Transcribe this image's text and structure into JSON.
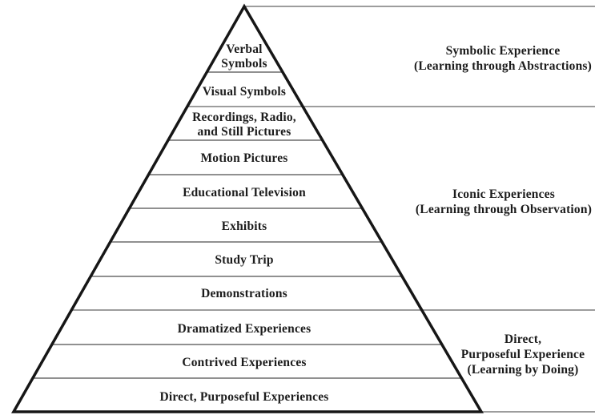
{
  "pyramid": {
    "levels": [
      {
        "id": "verbal-symbols",
        "label": "Verbal\nSymbols"
      },
      {
        "id": "visual-symbols",
        "label": "Visual Symbols"
      },
      {
        "id": "recordings-radio-still-pictures",
        "label": "Recordings, Radio,\nand Still Pictures"
      },
      {
        "id": "motion-pictures",
        "label": "Motion Pictures"
      },
      {
        "id": "educational-television",
        "label": "Educational Television"
      },
      {
        "id": "exhibits",
        "label": "Exhibits"
      },
      {
        "id": "study-trip",
        "label": "Study Trip"
      },
      {
        "id": "demonstrations",
        "label": "Demonstrations"
      },
      {
        "id": "dramatized-experiences",
        "label": "Dramatized Experiences"
      },
      {
        "id": "contrived-experiences",
        "label": "Contrived Experiences"
      },
      {
        "id": "direct-purposeful-experiences",
        "label": "Direct, Purposeful Experiences"
      }
    ],
    "categories": [
      {
        "id": "symbolic",
        "label": "Symbolic Experience\n(Learning through Abstractions)"
      },
      {
        "id": "iconic",
        "label": "Iconic Experiences\n(Learning through Observation)"
      },
      {
        "id": "direct",
        "label": "Direct,\nPurposeful Experience\n(Learning by Doing)"
      }
    ],
    "colors": {
      "outline": "#161616",
      "divider": "#4d4d4d",
      "section_line": "#7d7d7d",
      "text": "#1c1c1c",
      "background": "#ffffff"
    }
  }
}
